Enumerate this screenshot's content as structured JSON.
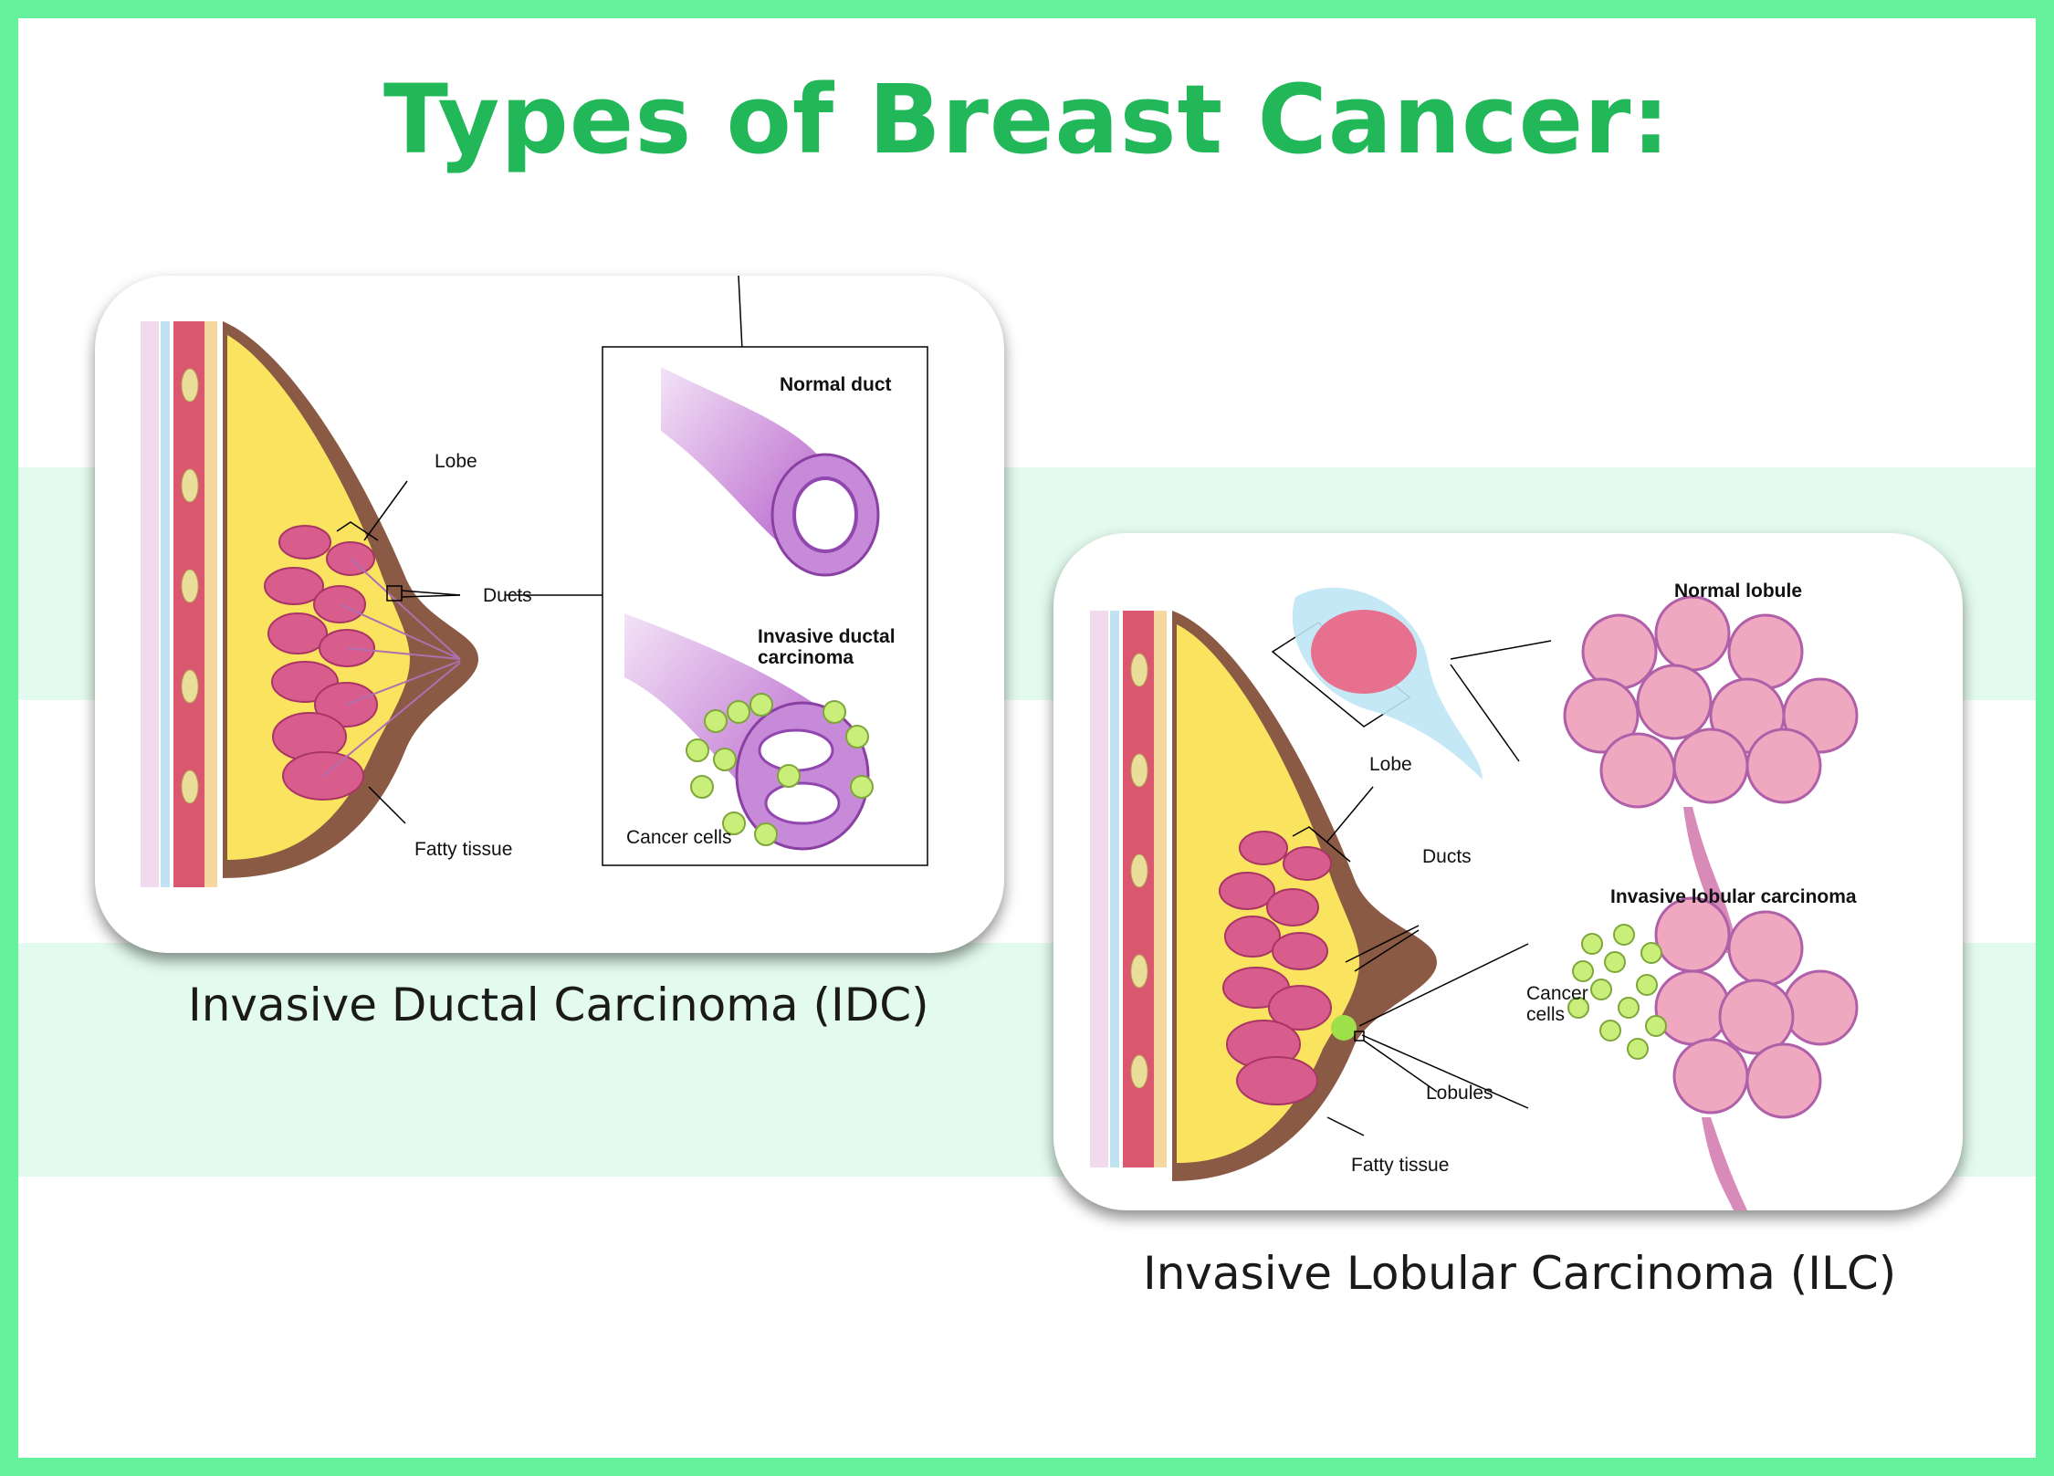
{
  "title": "Types of Breast Cancer:",
  "colors": {
    "accent_green": "#22b85a",
    "border_green": "#66f29c",
    "band_green": "#e3fbee"
  },
  "idc": {
    "caption": "Invasive Ductal Carcinoma (IDC)",
    "labels": {
      "lobe": "Lobe",
      "ducts": "Ducts",
      "fatty_tissue": "Fatty tissue",
      "normal_duct": "Normal duct",
      "invasive_ductal_1": "Invasive ductal",
      "invasive_ductal_2": "carcinoma",
      "cancer_cells": "Cancer cells"
    }
  },
  "ilc": {
    "caption": "Invasive Lobular Carcinoma (ILC)",
    "labels": {
      "normal_lobule": "Normal lobule",
      "lobe": "Lobe",
      "ducts": "Ducts",
      "invasive_lobular": "Invasive lobular carcinoma",
      "cancer_1": "Cancer",
      "cancer_2": "cells",
      "lobules": "Lobules",
      "fatty_tissue": "Fatty tissue"
    }
  }
}
